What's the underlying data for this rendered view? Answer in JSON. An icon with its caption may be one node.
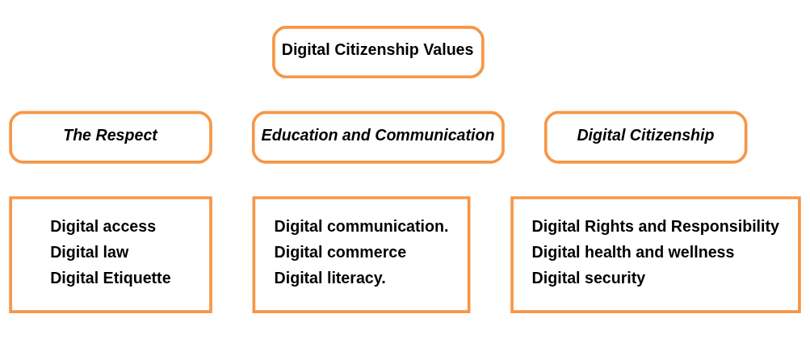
{
  "diagram": {
    "nodes": [
      {
        "text": [
          "Digital Citizenship Values"
        ]
      },
      {
        "text": [
          "The Respect"
        ]
      },
      {
        "text": [
          "Education and Communication"
        ]
      },
      {
        "text": [
          "Digital Citizenship"
        ]
      },
      {
        "text": [
          "Digital access",
          "Digital law",
          "Digital Etiquette"
        ]
      },
      {
        "text": [
          "Digital communication.",
          "Digital commerce",
          "Digital literacy."
        ]
      },
      {
        "text": [
          "Digital Rights and Responsibility",
          "Digital health and wellness",
          "Digital security"
        ]
      }
    ]
  }
}
